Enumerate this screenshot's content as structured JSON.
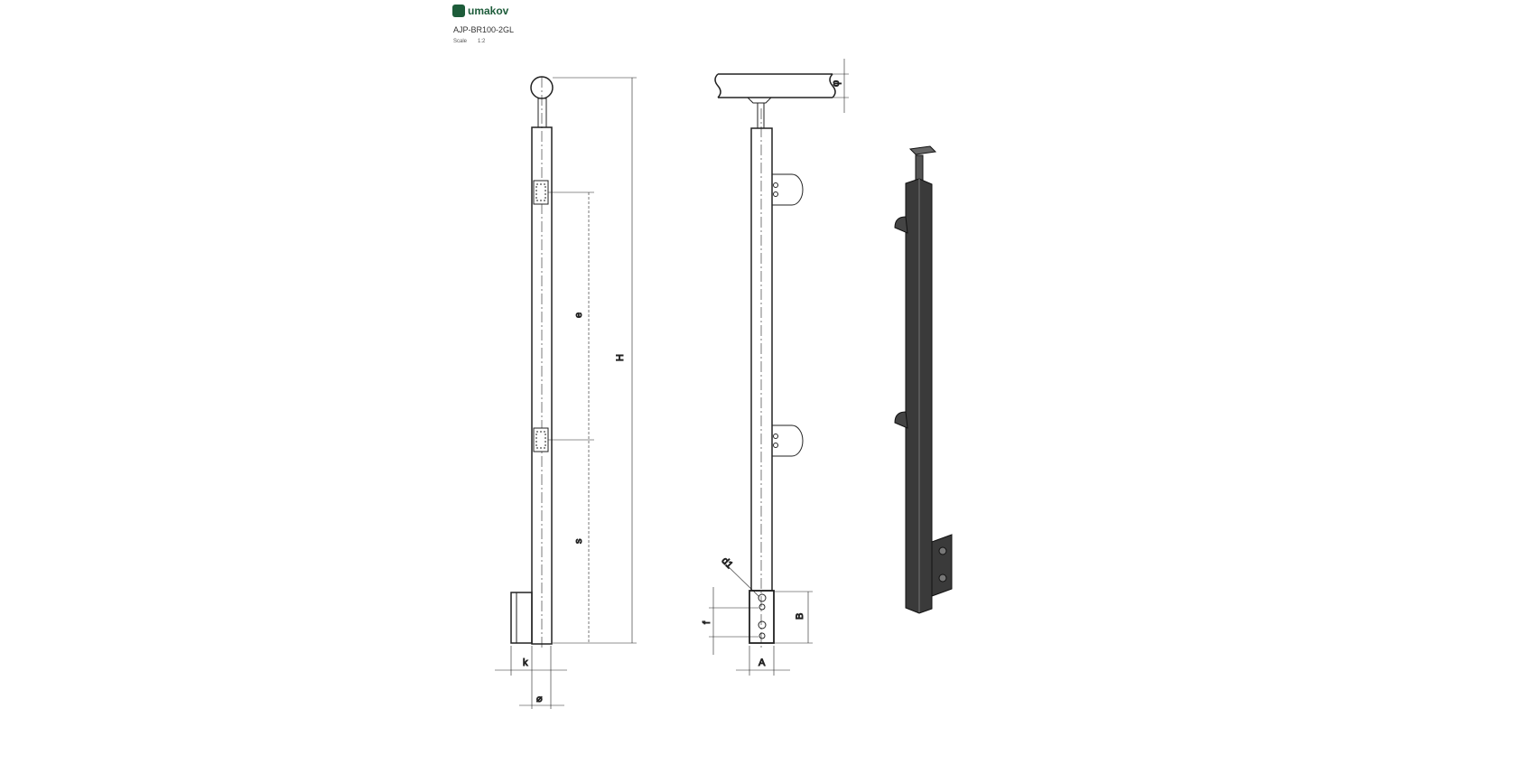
{
  "header": {
    "brand": "umakov",
    "product_code": "AJP-BR100-2GL",
    "scale_label": "Scale",
    "scale_value": "1:2"
  },
  "dimensions": {
    "height": "H",
    "spacing": "e",
    "lower_spacing": "s",
    "offset": "k",
    "post_size": "⌀",
    "handrail_diameter": "φ",
    "hole_diameter": "d1",
    "hole_spacing": "f",
    "plate_height": "B",
    "plate_width": "A"
  },
  "colors": {
    "brand": "#1d5c3a",
    "line": "#222222",
    "render": "#3a3a3a"
  }
}
